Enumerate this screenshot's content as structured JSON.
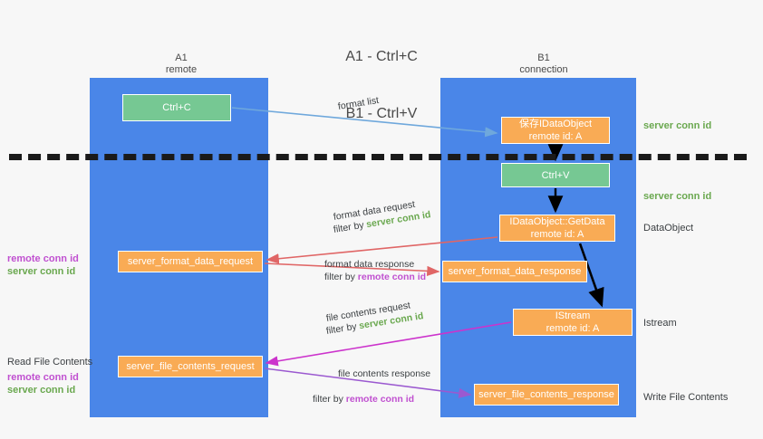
{
  "title": {
    "line1": "A1 - Ctrl+C",
    "line2": "B1 - Ctrl+V"
  },
  "columns": [
    {
      "name": "A1",
      "sub": "remote"
    },
    {
      "name": "B1",
      "sub": "connection"
    }
  ],
  "colors": {
    "lane": "#4a86e8",
    "green_box": "#76c893",
    "orange_box": "#f9ab55",
    "server_conn_id": "#6aa84f",
    "remote_conn_id": "#c050d0",
    "arrow_blue": "#6fa8dc",
    "arrow_red": "#e06666",
    "arrow_magenta": "#cc33cc",
    "arrow_purple": "#9b59d0",
    "arrow_black": "#000000",
    "dashed_line": "#1a1a1a",
    "background": "#f7f7f7"
  },
  "nodes": {
    "ctrl_c": {
      "line1": "Ctrl+C",
      "line2": ""
    },
    "idataobject": {
      "line1": "保存IDataObject",
      "line2": "remote id: A"
    },
    "ctrl_v": {
      "line1": "Ctrl+V",
      "line2": ""
    },
    "getdata": {
      "line1": "IDataObject::GetData",
      "line2": "remote id: A"
    },
    "server_format_data_request": {
      "line1": "server_format_data_request",
      "line2": ""
    },
    "server_format_data_response": {
      "line1": "server_format_data_response",
      "line2": ""
    },
    "istream": {
      "line1": "IStream",
      "line2": "remote id: A"
    },
    "server_file_contents_request": {
      "line1": "server_file_contents_request",
      "line2": ""
    },
    "server_file_contents_response": {
      "line1": "server_file_contents_response",
      "line2": ""
    }
  },
  "edge_labels": {
    "format_list": {
      "line1": "format list",
      "line2": "",
      "filter_prefix": "",
      "filter_value": ""
    },
    "format_data_request": {
      "line1": "format data request",
      "filter_prefix": "filter by ",
      "filter_value": "server conn id"
    },
    "format_data_response": {
      "line1": "format data response",
      "filter_prefix": "filter by ",
      "filter_value": "remote conn id"
    },
    "file_contents_request": {
      "line1": "file contents request",
      "filter_prefix": "filter by ",
      "filter_value": "server conn id"
    },
    "file_contents_response": {
      "line1": "file contents response",
      "filter_prefix": "filter by ",
      "filter_value": "remote conn id"
    }
  },
  "annotations": {
    "right": {
      "server_conn_id_top": "server conn id",
      "server_conn_id_mid": "server conn id",
      "dataobject": "DataObject",
      "istream": "Istream",
      "write_file_contents": "Write File Contents"
    },
    "left": {
      "remote_conn_id_1": "remote conn id",
      "server_conn_id_1": "server conn id",
      "read_file_contents": "Read File Contents",
      "remote_conn_id_2": "remote conn id",
      "server_conn_id_2": "server conn id"
    }
  }
}
